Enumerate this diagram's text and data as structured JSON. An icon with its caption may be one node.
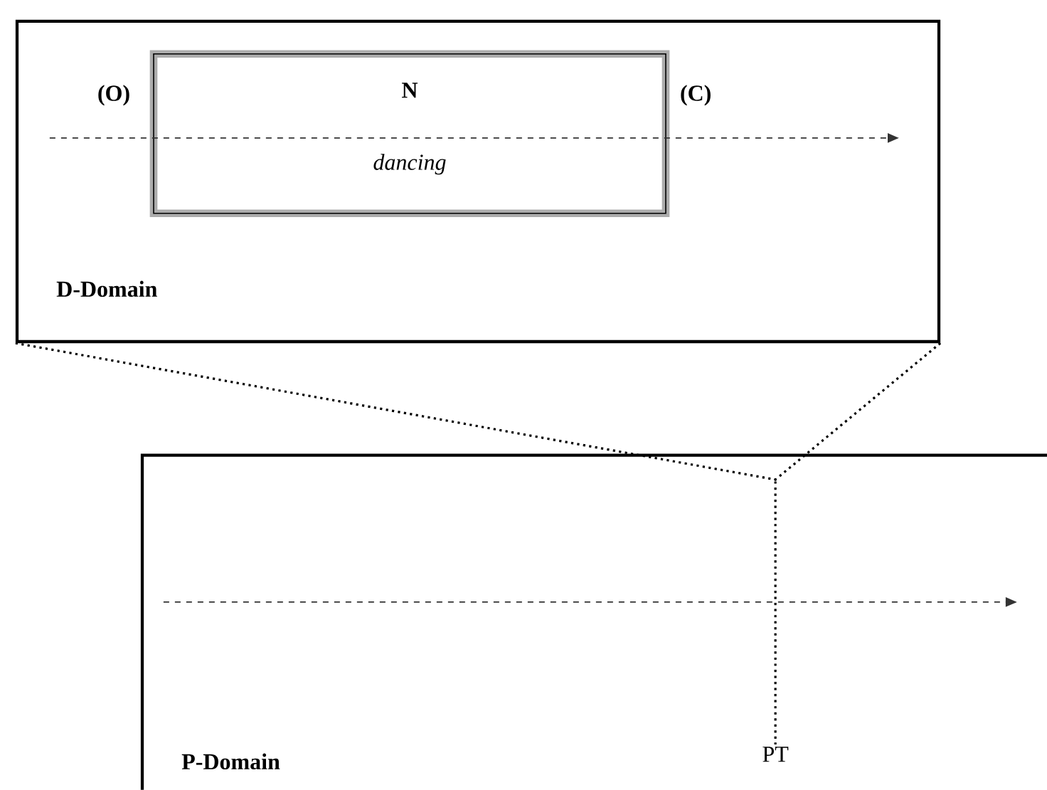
{
  "diagram": {
    "nodes": [
      {
        "text": [
          "D-Domain"
        ]
      },
      {
        "text": [
          "N",
          "dancing"
        ],
        "in": 0,
        "beside": [
          "(O)",
          "(C)"
        ]
      },
      {
        "text": [
          "P-Domain"
        ]
      },
      {
        "text": [
          "PT"
        ],
        "in": 2
      },
      {
        "text": [],
        "shape": "point",
        "in": 2
      }
    ],
    "edges": [
      {
        "from": 0,
        "to": 4,
        "arrow": "none",
        "style": "dashed"
      },
      {
        "from": 0,
        "to": 4,
        "arrow": "none",
        "style": "dashed"
      },
      {
        "from": 4,
        "to": 3,
        "arrow": "none",
        "style": "dashed"
      }
    ]
  }
}
